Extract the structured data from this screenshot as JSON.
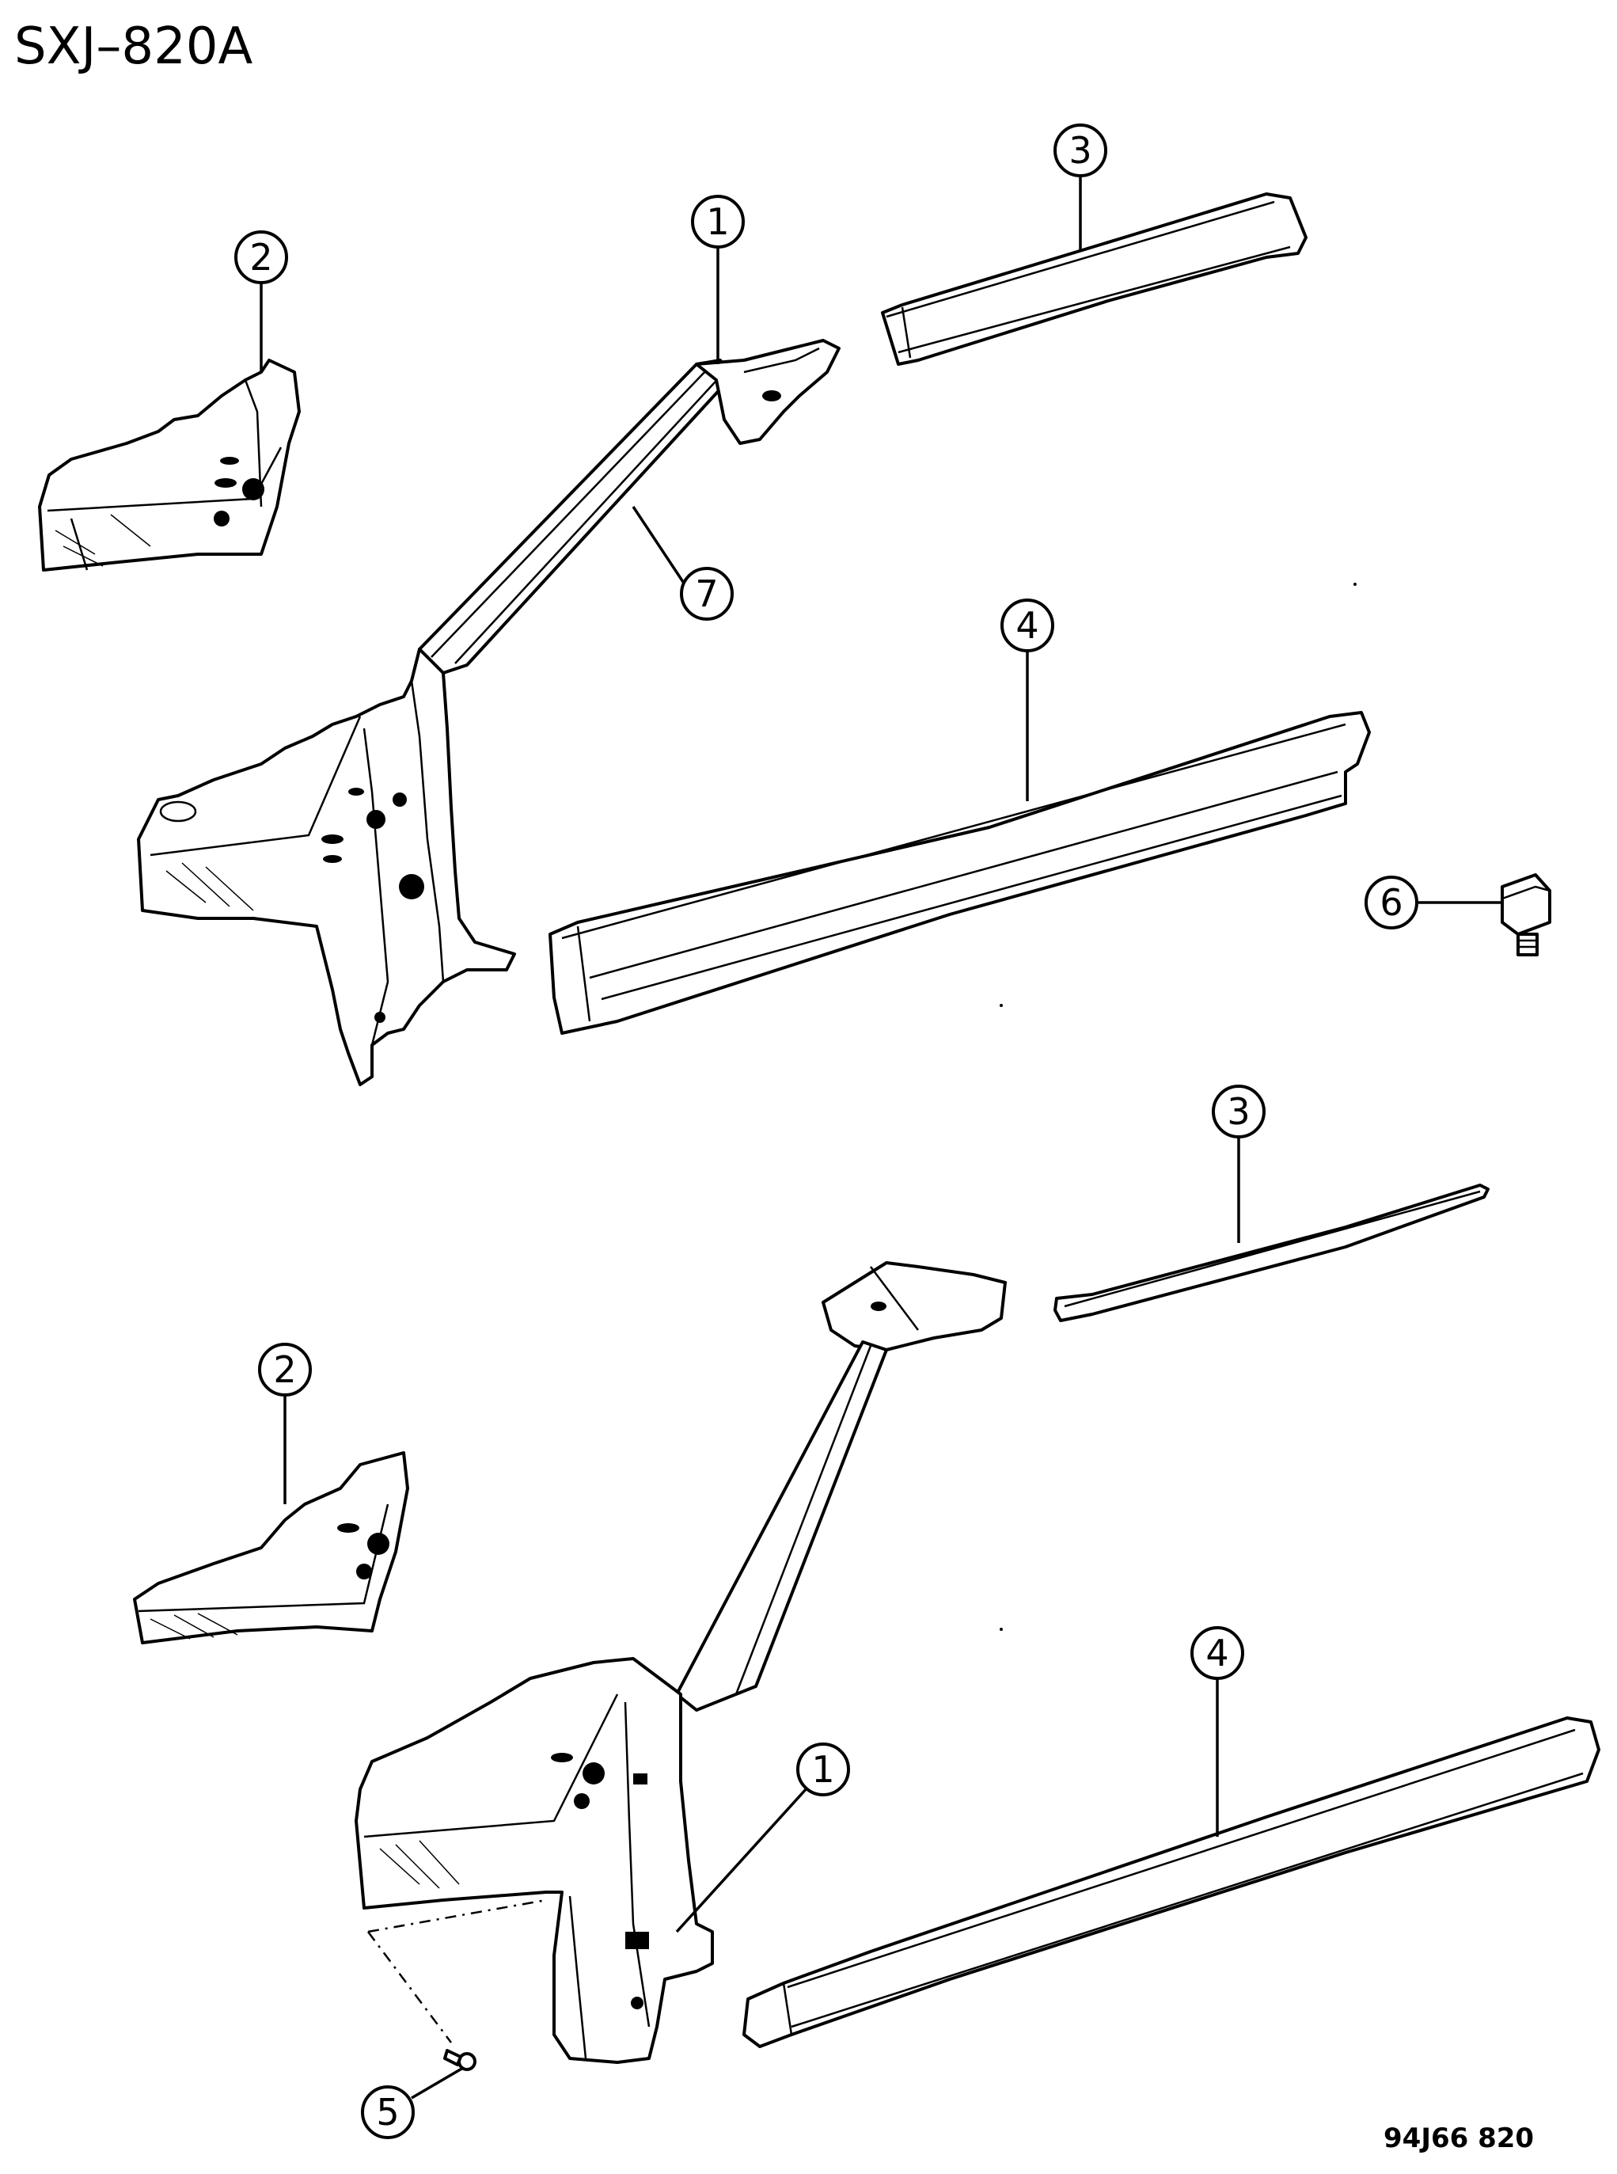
{
  "header": {
    "title": "SXJ–820A"
  },
  "footer": {
    "code": "94J66  820"
  },
  "callouts": [
    {
      "label": "1"
    },
    {
      "label": "2"
    },
    {
      "label": "3"
    },
    {
      "label": "7"
    },
    {
      "label": "4"
    },
    {
      "label": "6"
    },
    {
      "label": "3"
    },
    {
      "label": "2"
    },
    {
      "label": "4"
    },
    {
      "label": "1"
    },
    {
      "label": "5"
    }
  ]
}
